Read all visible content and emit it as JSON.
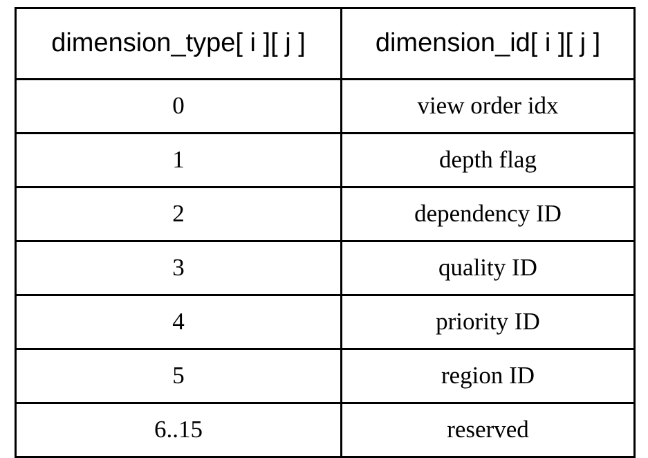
{
  "table": {
    "columns": [
      {
        "key": "dimension_type",
        "header": "dimension_type[ i ][ j ]"
      },
      {
        "key": "dimension_id",
        "header": "dimension_id[ i ][ j ]"
      }
    ],
    "rows": [
      {
        "dimension_type": "0",
        "dimension_id": "view order idx"
      },
      {
        "dimension_type": "1",
        "dimension_id": "depth flag"
      },
      {
        "dimension_type": "2",
        "dimension_id": "dependency ID"
      },
      {
        "dimension_type": "3",
        "dimension_id": "quality ID"
      },
      {
        "dimension_type": "4",
        "dimension_id": "priority ID"
      },
      {
        "dimension_type": "5",
        "dimension_id": "region ID"
      },
      {
        "dimension_type": "6..15",
        "dimension_id": "reserved"
      }
    ]
  },
  "style": {
    "border_color": "#000000",
    "text_color": "#000000",
    "background": "#ffffff"
  }
}
